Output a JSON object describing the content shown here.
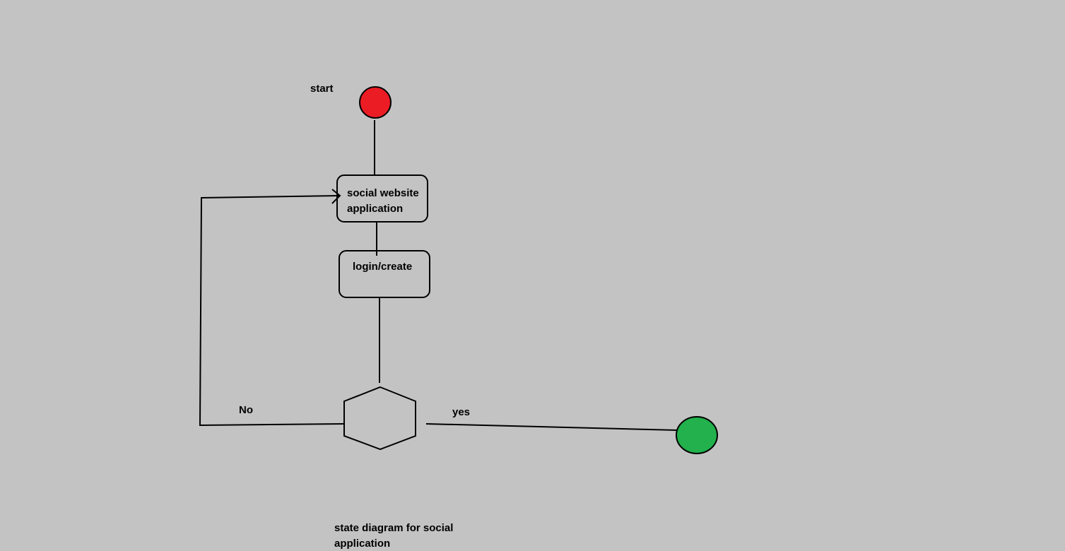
{
  "diagram": {
    "start_label": "start",
    "states": {
      "social": {
        "line1": "social website",
        "line2": "application"
      },
      "login": {
        "label": "login/create"
      }
    },
    "branches": {
      "no": "No",
      "yes": "yes"
    },
    "caption": {
      "line1": "state diagram for social",
      "line2": "application"
    },
    "colors": {
      "background": "#c3c3c3",
      "start_node": "#ec1c24",
      "end_node": "#22b14c",
      "stroke": "#000000"
    }
  }
}
